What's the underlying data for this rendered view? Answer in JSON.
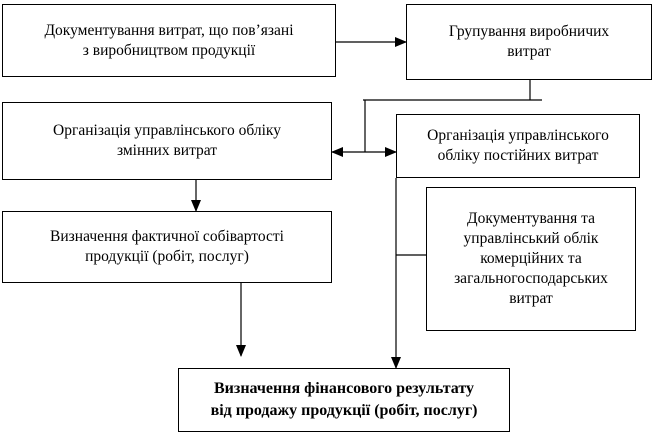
{
  "boxes": {
    "doc_costs": [
      "Документування витрат, що пов’язані",
      "з виробництвом продукції"
    ],
    "grouping": [
      "Групування виробничих",
      "витрат"
    ],
    "variable": [
      "Організація управлінського обліку",
      "змінних витрат"
    ],
    "fixed": [
      "Організація управлінського",
      "обліку постійних витрат"
    ],
    "commercial": [
      "Документування та",
      "управлінський облік",
      "комерційних та",
      "загальногосподарських",
      "витрат"
    ],
    "actual_cost": [
      "Визначення фактичної собівартості",
      "продукції (робіт, послуг)"
    ],
    "financial_result": [
      "Визначення фінансового результату",
      "від продажу продукції (робіт, послуг)"
    ]
  }
}
